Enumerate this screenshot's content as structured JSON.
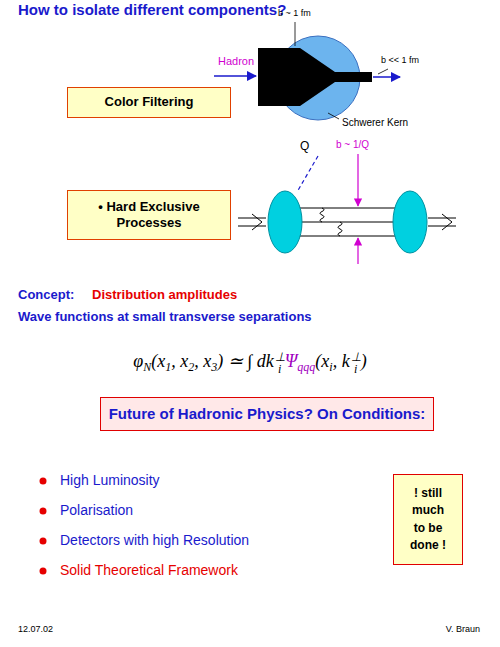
{
  "diagram": {
    "title": "How to isolate different components?",
    "nodes": [
      {
        "text": [
          "Color Filtering"
        ]
      },
      {
        "text": [
          "• Hard Exclusive Processes"
        ]
      },
      {
        "text": [
          "Future of Hadronic Physics? On Conditions:"
        ]
      },
      {
        "text": [
          "! still much to be done !"
        ]
      }
    ],
    "labels": [
      "Hadron",
      "b ~ 1 fm",
      "b << 1 fm",
      "Schwerer Kern",
      "Q",
      "b ~ 1/Q",
      "Concept:",
      "Distribution amplitudes",
      "Wave functions at small transverse separations",
      "φ",
      "N",
      "(x",
      "1",
      ", x",
      "2",
      ", x",
      "3",
      ") ≃ ∫ dk",
      "⊥",
      "i",
      "Ψ",
      "qqq",
      "(x",
      "i",
      ", k",
      "⊥",
      "i",
      ")",
      "High Luminosity",
      "Polarisation",
      "Detectors with high Resolution",
      "Solid Theoretical Framework",
      "12.07.02",
      "V. Braun"
    ]
  }
}
